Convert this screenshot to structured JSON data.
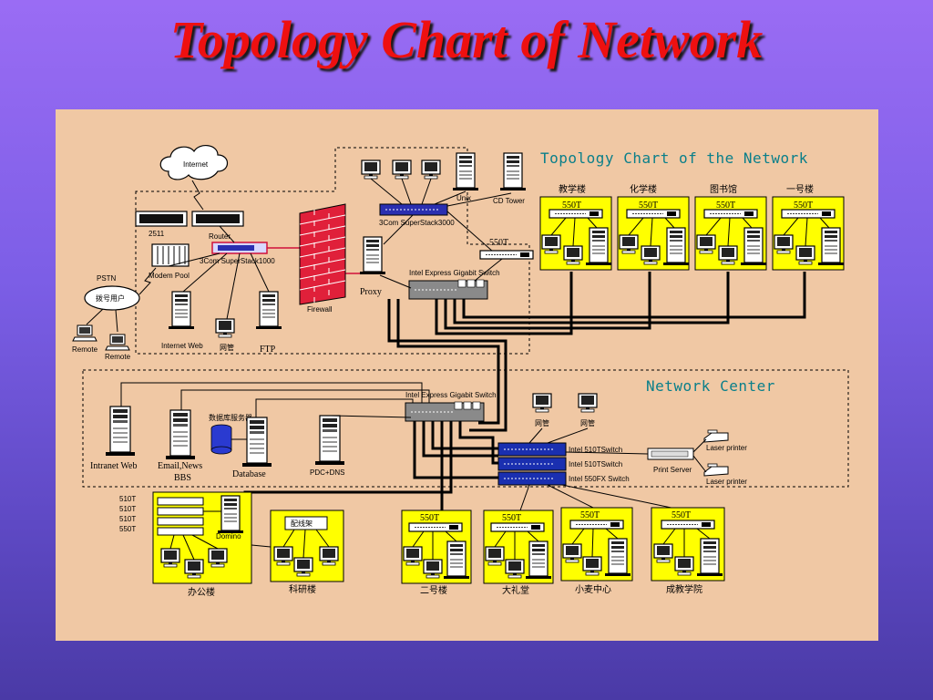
{
  "title": "Topology Chart of  Network",
  "diagram": {
    "topology_title": "Topology Chart of the Network",
    "network_center_title": "Network Center",
    "internet": "Internet",
    "pstn": "PSTN",
    "dial_cloud": "拨号用户",
    "remote_1": "Remote",
    "remote_2": "Remote",
    "device_2511": "2511",
    "router": "Router",
    "modem_pool": "Modem  Pool",
    "superstack_top": "3Com SuperStack1000",
    "superstack_right": "3Com SuperStack3000",
    "firewall": "Firewall",
    "proxy": "Proxy",
    "internet_web": "Internet Web",
    "wangmian": "网管",
    "ftp": "FTP",
    "unix": "Unix",
    "cd_tower": "CD Tower",
    "t550_right": "550T",
    "gigabit_top": "Intel Express Gigabit  Switch",
    "gigabit_center": "Intel Express Gigabit  Switch",
    "intranet_web": "Intranet Web",
    "email_news": "Email,News",
    "bbs": "BBS",
    "database_cn": "数据库服务器",
    "database": "Database",
    "pdc_dns": "PDC+DNS",
    "nm_1": "网管",
    "nm_2": "网管",
    "switch_510t_a": "Intel 510TSwitch",
    "switch_510t_b": "Intel 510TSwitch",
    "switch_550fx": "Intel 550FX Switch",
    "print_server": "Print Server",
    "laser_1": "Laser printer",
    "laser_2": "Laser printer",
    "stack_labels": [
      "510T",
      "510T",
      "510T",
      "550T"
    ],
    "domino": "Domino",
    "lab_sign": "配线架",
    "top_buildings": [
      {
        "name": "教学楼",
        "switch": "550T"
      },
      {
        "name": "化学楼",
        "switch": "550T"
      },
      {
        "name": "图书馆",
        "switch": "550T"
      },
      {
        "name": "一号楼",
        "switch": "550T"
      }
    ],
    "bottom_buildings": [
      {
        "name": "二号楼",
        "switch": "550T"
      },
      {
        "name": "大礼堂",
        "switch": "550T"
      },
      {
        "name": "小麦中心",
        "switch": "550T"
      },
      {
        "name": "成教学院",
        "switch": "550T"
      }
    ],
    "office_building": "办公楼",
    "research_building": "科研楼"
  },
  "colors": {
    "background_top": "#9a6cf4",
    "background_bottom": "#4a3aa6",
    "title": "#ee1010",
    "panel": "#f0c8a4",
    "building_box": "#ffff00",
    "header_text": "#0a7f8a",
    "switch_blue": "#1a2fb0",
    "firewall_red": "#e0203a"
  }
}
